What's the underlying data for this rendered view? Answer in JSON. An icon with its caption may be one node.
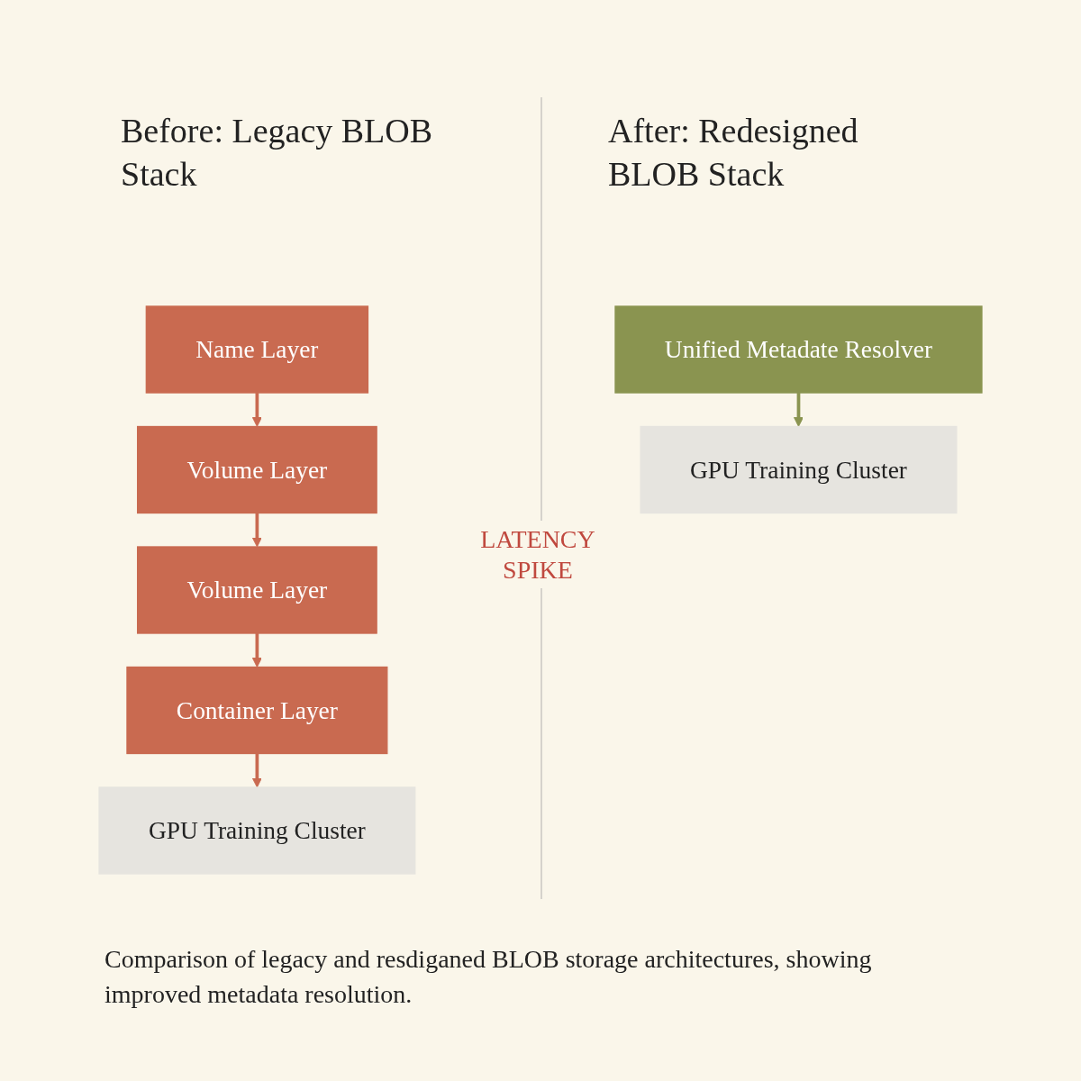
{
  "diagram": {
    "nodes": [
      {
        "text": [
          "Name Layer"
        ]
      },
      {
        "text": [
          "Volume Layer"
        ]
      },
      {
        "text": [
          "Volume Layer"
        ]
      },
      {
        "text": [
          "Container Layer"
        ]
      },
      {
        "text": [
          "GPU Training Cluster"
        ]
      },
      {
        "text": [
          "Unified Metadate Resolver"
        ]
      },
      {
        "text": [
          "GPU Training Cluster"
        ]
      }
    ],
    "edges": [
      {
        "from": 0,
        "to": 1,
        "arrow": "to"
      },
      {
        "from": 1,
        "to": 2,
        "arrow": "to"
      },
      {
        "from": 2,
        "to": 3,
        "arrow": "to"
      },
      {
        "from": 3,
        "to": 4,
        "arrow": "to"
      },
      {
        "from": 5,
        "to": 6,
        "arrow": "to",
        "color": "#8a9450"
      }
    ],
    "labels": [
      "Before: Legacy BLOB Stack",
      "After: Redesigned BLOB Stack",
      "LATENCY SPIKE"
    ],
    "caption": "Comparison of legacy and resdiganed BLOB storage architectures, showing improved metadata resolution."
  }
}
